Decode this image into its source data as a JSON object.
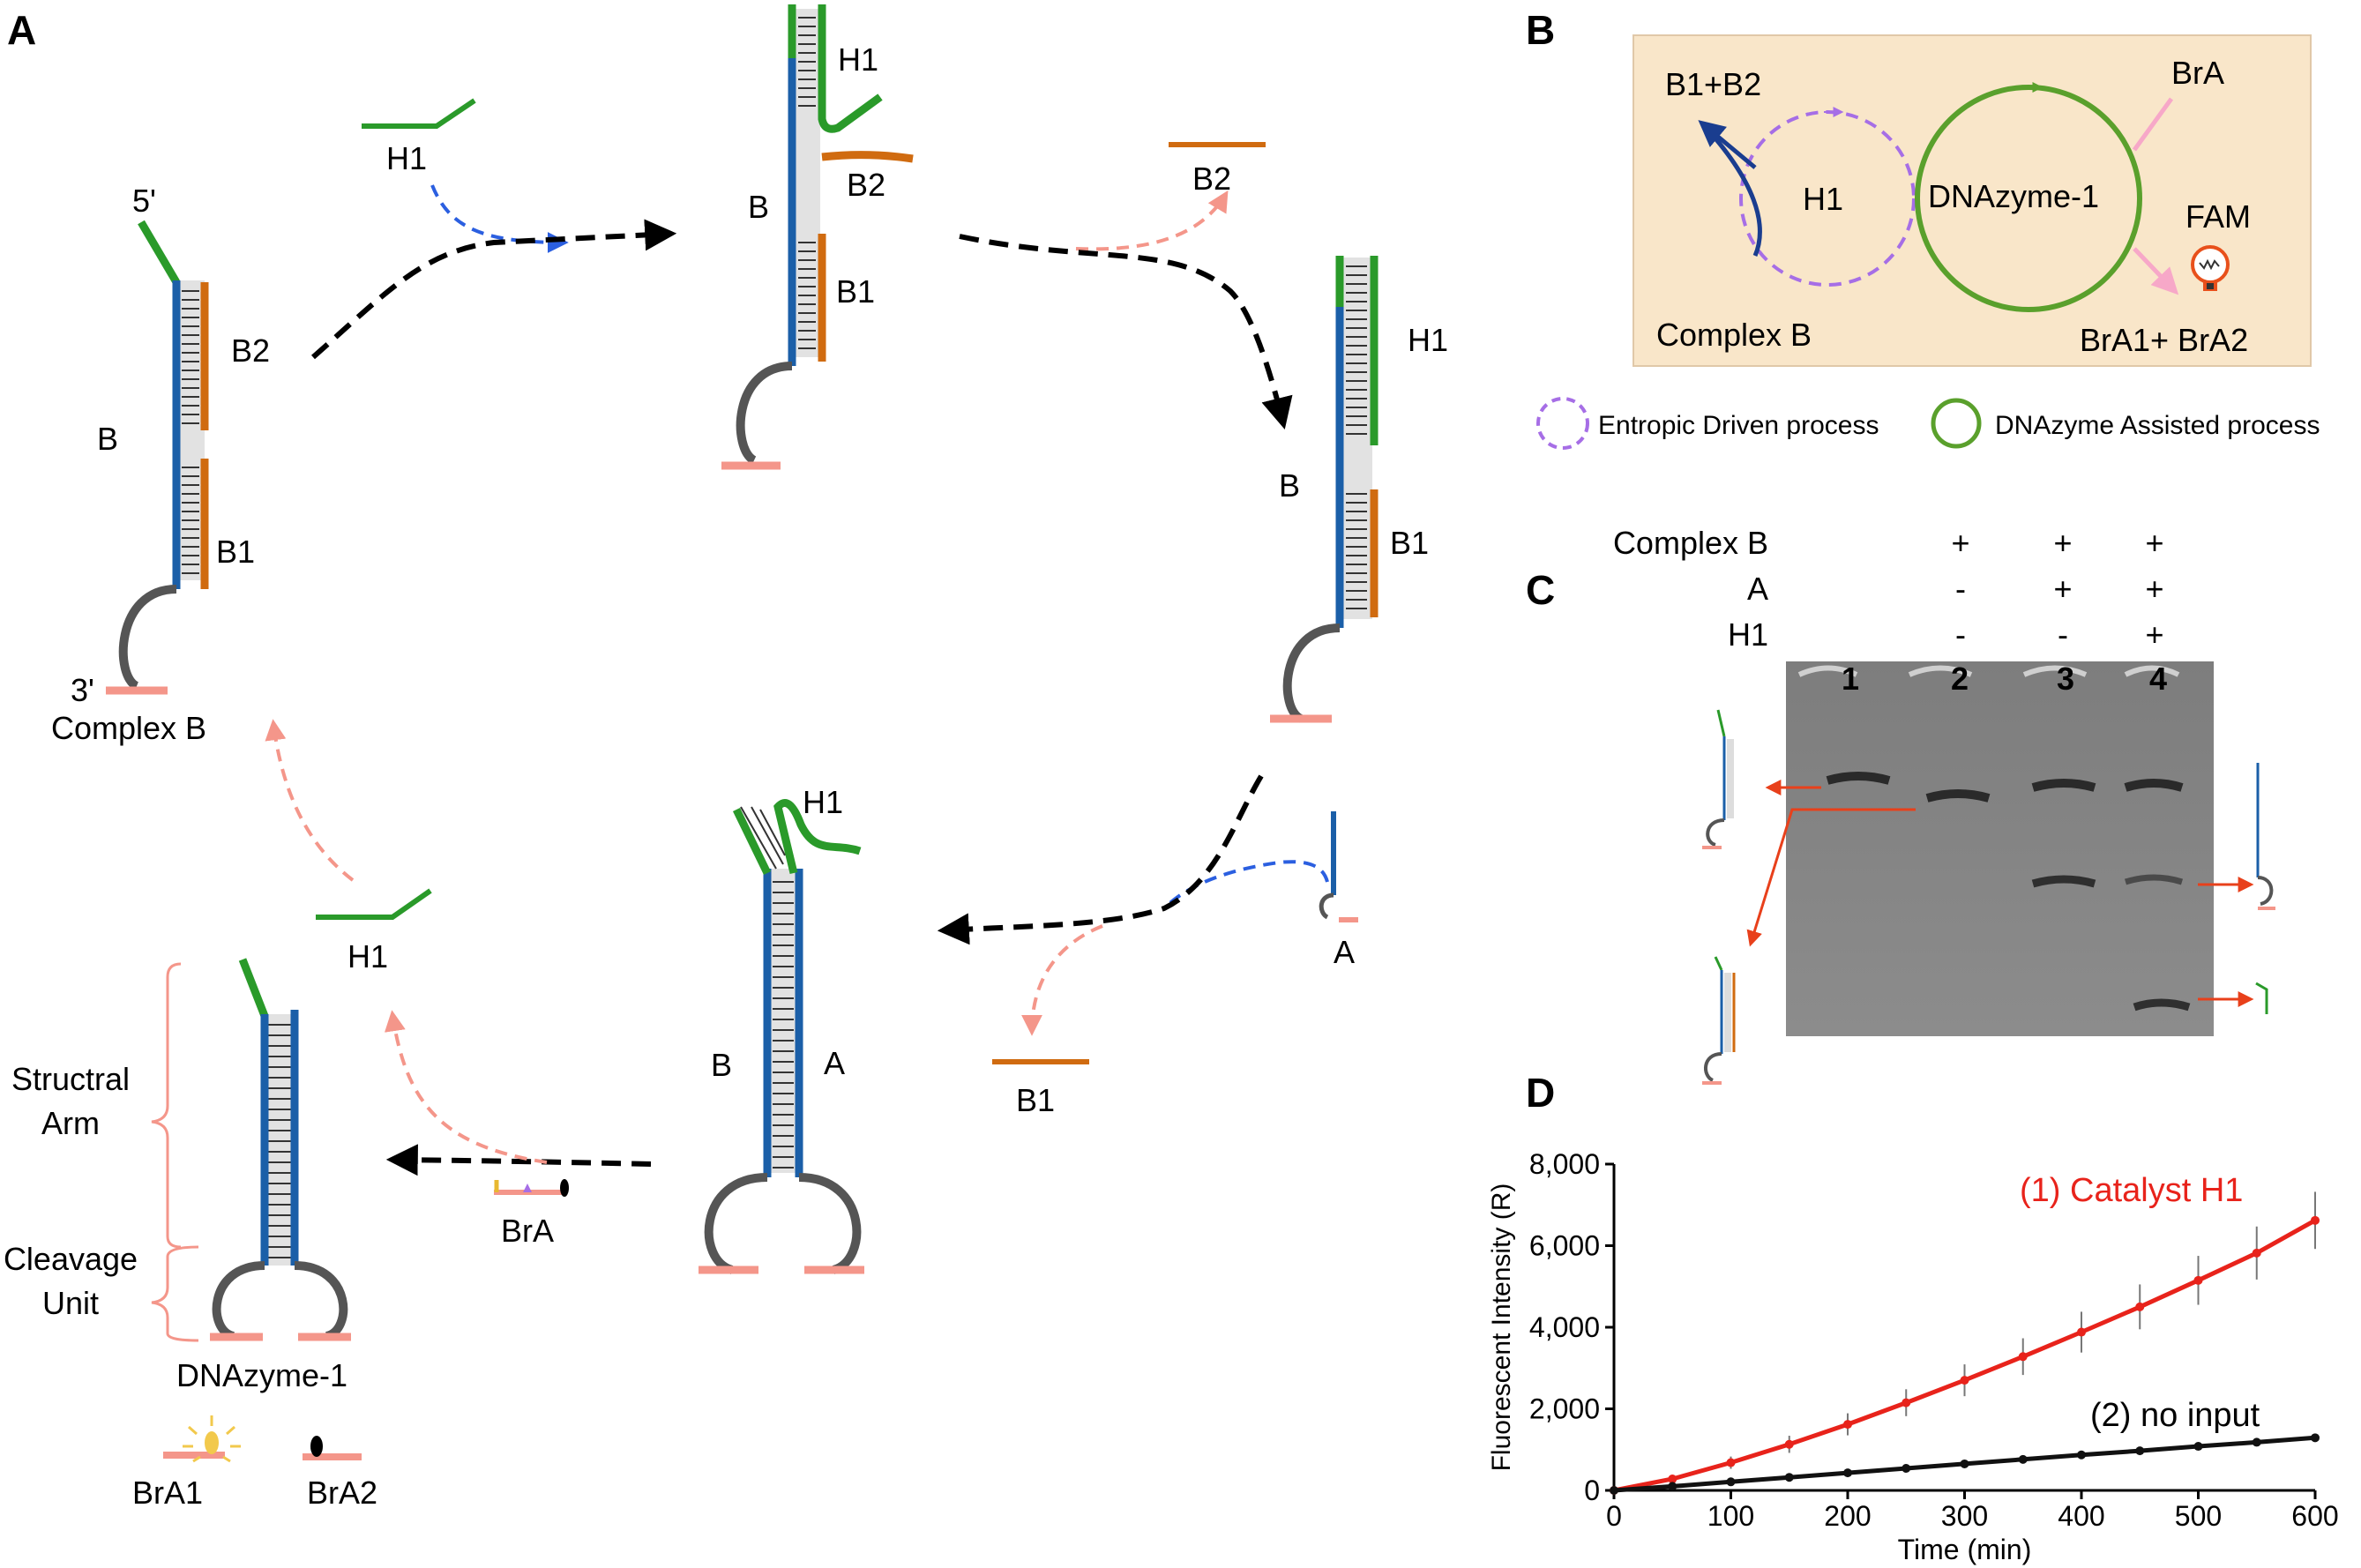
{
  "panels": {
    "a": "A",
    "b": "B",
    "c": "C",
    "d": "D"
  },
  "panel_a": {
    "complex_b": {
      "five_prime": "5'",
      "three_prime": "3'",
      "strand": "B",
      "b2": "B2",
      "b1": "B1",
      "name": "Complex B"
    },
    "h1_free": "H1",
    "step2": {
      "b": "B",
      "h1": "H1",
      "b2": "B2",
      "b1": "B1"
    },
    "b2_released": "B2",
    "step3": {
      "b": "B",
      "h1": "H1",
      "b1": "B1"
    },
    "input_a": "A",
    "b1_released": "B1",
    "step4": {
      "b": "B",
      "a": "A",
      "h1": "H1"
    },
    "bra": "BrA",
    "h1_recycled": "H1",
    "dnazyme": {
      "name": "DNAzyme-1",
      "structural_arm": "Structral\nArm",
      "cleavage_unit": "Cleavage\nUnit"
    },
    "products": {
      "bra1": "BrA1",
      "bra2": "BrA2"
    }
  },
  "panel_b": {
    "b1b2": "B1+B2",
    "h1": "H1",
    "complex_b": "Complex B",
    "dnazyme": "DNAzyme-1",
    "bra": "BrA",
    "fam": "FAM",
    "products": "BrA1+ BrA2",
    "legend_entropic": "Entropic Driven process",
    "legend_dnazyme": "DNAzyme Assisted process",
    "colors": {
      "box": "#f9e6c9",
      "entropic": "#a66ee6",
      "dnazyme": "#5aa02c",
      "arrow_blue": "#1a3d8f",
      "pink": "#f7a8c8"
    }
  },
  "panel_c": {
    "rows": [
      {
        "label": "Complex B",
        "values": [
          "+",
          "+",
          "+"
        ]
      },
      {
        "label": "A",
        "values": [
          "-",
          "+",
          "+"
        ]
      },
      {
        "label": "H1",
        "values": [
          "-",
          "-",
          "+"
        ]
      }
    ],
    "lanes": [
      "1",
      "2",
      "3",
      "4"
    ]
  },
  "panel_d": {
    "chart_data": {
      "type": "scatter",
      "xlabel": "Time (min)",
      "ylabel": "Fluorescent Intensity (R)",
      "xlim": [
        0,
        600
      ],
      "ylim": [
        0,
        8000
      ],
      "x_ticks": [
        0,
        100,
        200,
        300,
        400,
        500,
        600
      ],
      "y_ticks": [
        0,
        2000,
        4000,
        6000,
        8000
      ],
      "x_tick_labels": [
        "0",
        "100",
        "200",
        "300",
        "400",
        "500",
        "600"
      ],
      "y_tick_labels": [
        "0",
        "2,000",
        "4,000",
        "6,000",
        "8,000"
      ],
      "series": [
        {
          "name": "(1) Catalyst H1",
          "color": "#e8231b",
          "x": [
            0,
            50,
            100,
            150,
            200,
            250,
            300,
            350,
            400,
            450,
            500,
            550,
            600
          ],
          "y": [
            0,
            280,
            680,
            1130,
            1620,
            2150,
            2700,
            3280,
            3880,
            4500,
            5150,
            5820,
            6620
          ],
          "err": [
            30,
            90,
            150,
            210,
            270,
            330,
            390,
            450,
            500,
            550,
            600,
            650,
            700
          ]
        },
        {
          "name": "(2) no input",
          "color": "#111111",
          "x": [
            0,
            50,
            100,
            150,
            200,
            250,
            300,
            350,
            400,
            450,
            500,
            550,
            600
          ],
          "y": [
            0,
            100,
            210,
            320,
            430,
            540,
            650,
            760,
            870,
            970,
            1080,
            1180,
            1290
          ],
          "err": [
            0,
            0,
            0,
            0,
            0,
            0,
            0,
            0,
            0,
            0,
            0,
            0,
            0
          ]
        }
      ]
    }
  }
}
